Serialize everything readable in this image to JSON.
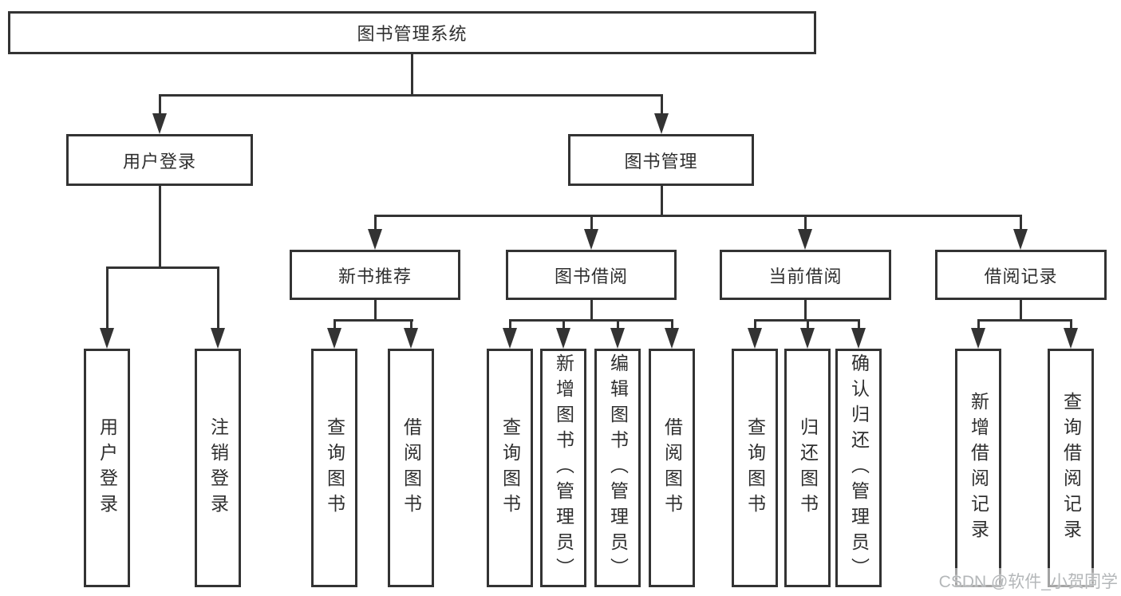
{
  "diagram": {
    "title": "图书管理系统",
    "level2": [
      {
        "label": "用户登录"
      },
      {
        "label": "图书管理"
      }
    ],
    "level3": [
      {
        "label": "新书推荐",
        "parent": "图书管理"
      },
      {
        "label": "图书借阅",
        "parent": "图书管理"
      },
      {
        "label": "当前借阅",
        "parent": "图书管理"
      },
      {
        "label": "借阅记录",
        "parent": "图书管理"
      }
    ],
    "leaves": [
      {
        "label": "用户登录",
        "parent": "用户登录"
      },
      {
        "label": "注销登录",
        "parent": "用户登录"
      },
      {
        "label": "查询图书",
        "parent": "新书推荐"
      },
      {
        "label": "借阅图书",
        "parent": "新书推荐"
      },
      {
        "label": "查询图书",
        "parent": "图书借阅"
      },
      {
        "label": "新增图书（管理员）",
        "parent": "图书借阅"
      },
      {
        "label": "编辑图书（管理员）",
        "parent": "图书借阅"
      },
      {
        "label": "借阅图书",
        "parent": "图书借阅"
      },
      {
        "label": "查询图书",
        "parent": "当前借阅"
      },
      {
        "label": "归还图书",
        "parent": "当前借阅"
      },
      {
        "label": "确认归还（管理员）",
        "parent": "当前借阅"
      },
      {
        "label": "新增借阅记录",
        "parent": "借阅记录"
      },
      {
        "label": "查询借阅记录",
        "parent": "借阅记录"
      }
    ],
    "watermark": "CSDN @软件_小贺同学",
    "colors": {
      "line": "#333333",
      "box_border": "#333333",
      "text": "#2f2f2f",
      "background": "#ffffff",
      "watermark": "#b4b7b9"
    }
  }
}
